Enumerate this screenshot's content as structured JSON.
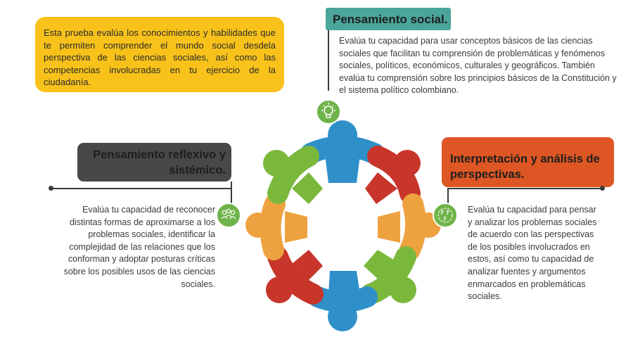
{
  "intro": {
    "text": "Esta prueba evalúa los conocimientos y habilidades que te permiten comprender el mundo social desdela perspectiva de las ciencias sociales, así como las competencias involucradas en tu ejercicio de la ciudadanía."
  },
  "sections": {
    "social": {
      "title": "Pensamiento social.",
      "text": "Evalúa tu capacidad para usar conceptos básicos de las ciencias sociales que facilitan tu comprensión de problemáticas y fenómenos sociales, políticos, económicos, culturales y geográficos. También evalúa tu comprensión sobre los principios básicos de la Constitución y el sistema político colombiano."
    },
    "reflexivo": {
      "title": "Pensamiento reflexivo y sistémico.",
      "text": "Evalúa tu capacidad de reconocer distintas formas de aproximarse a los problemas sociales, identificar la complejidad de las relaciones que los conforman y adoptar posturas críticas sobre los posibles usos de las ciencias sociales."
    },
    "interpretacion": {
      "title": "Interpretación y análisis de perspectivas.",
      "text": "Evalúa tu capacidad para pensar y analizar los problemas sociales de acuerdo con las perspectivas de los posibles involucrados en estos, así como tu capacidad de analizar fuentes y argumentos enmarcados en problemáticas sociales."
    }
  },
  "icons": {
    "social": "lightbulb-icon",
    "reflexivo": "people-group-icon",
    "interpretacion": "question-marks-icon"
  },
  "colors": {
    "yellow": "#f8c21b",
    "teal": "#4aa59a",
    "gray": "#484848",
    "orange": "#dd5624",
    "people_blue": "#2f90c9",
    "people_red": "#c8352b",
    "people_green": "#7ab83c",
    "people_orange": "#eea23f",
    "icon_green": "#6fb44a"
  }
}
